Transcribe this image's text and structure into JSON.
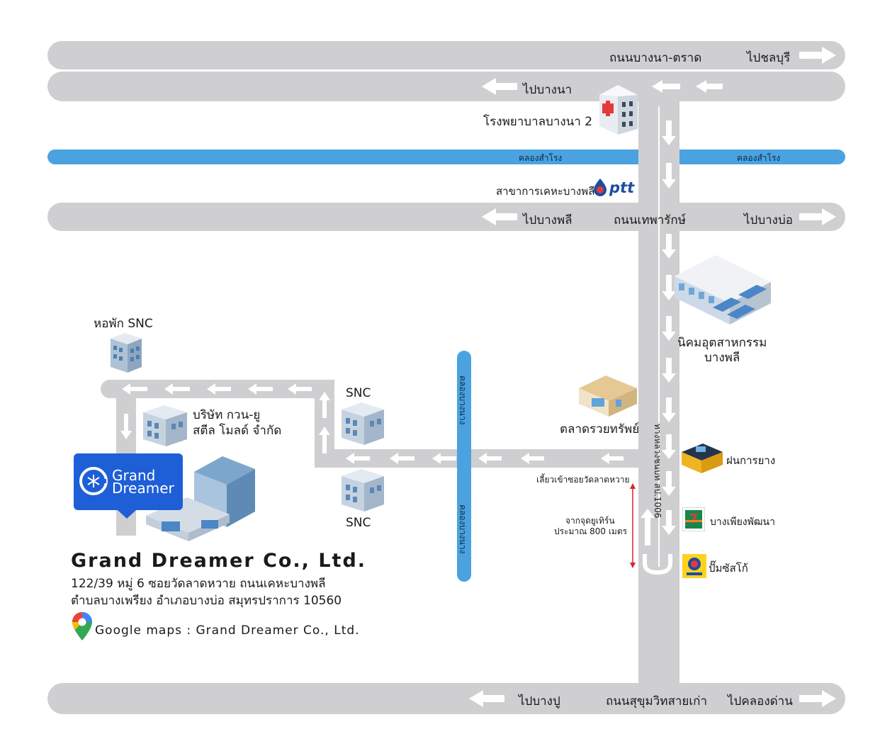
{
  "roads": {
    "bangna_trat": "ถนนบางนา-ตราด",
    "to_chonburi": "ไปชลบุรี",
    "to_bangna": "ไปบางนา",
    "thepharak": "ถนนเทพารักษ์",
    "to_bangphli": "ไปบางพลี",
    "to_bangbo": "ไปบางบ่อ",
    "sukhumvit_old": "ถนนสุขุมวิทสายเก่า",
    "to_bangpu": "ไปบางปู",
    "to_khlongdan": "ไปคลองด่าน",
    "soi_1006": "ทางหลวงชนบท สป.1006"
  },
  "canals": {
    "samrong_left": "คลองสำโรง",
    "samrong_right": "คลองสำโรง",
    "bangnam_top": "คลองบางนาง",
    "bangnam_bottom": "คลองบางนาง"
  },
  "places": {
    "hospital": "โรงพยาบาลบางนา 2",
    "ptt": "สาขาการเคหะบางพลี",
    "ptt_logo": "ptt",
    "industrial_line1": "นิคมอุตสาหกรรม",
    "industrial_line2": "บางพลี",
    "market": "ตลาดรวยทรัพย์",
    "tire_shop": "ฝนการยาง",
    "seven_eleven": "บางเพียงพัฒนา",
    "susco": "ปั๊มซัสโก้",
    "dorm": "หอพัก SNC",
    "snc_top": "SNC",
    "snc_bottom": "SNC",
    "kuan_yu_line1": "บริษัท กวน-ยู",
    "kuan_yu_line2": "สตีล โมลด์ จำกัด",
    "turn_note": "เลี้ยวเข้าซอยวัดลาดหวาย",
    "distance_line1": "จากจุดยูเทิร์น",
    "distance_line2": "ประมาณ 800 เมตร"
  },
  "company": {
    "logo_line1": "Grand",
    "logo_line2": "Dreamer",
    "name": "Grand Dreamer Co., Ltd.",
    "address_line1": "122/39 หมู่ 6 ซอยวัดลาดหวาย ถนนเคหะบางพลี",
    "address_line2": "ตำบลบางเพรียง อำเภอบางบ่อ สมุทรปราการ 10560",
    "google_maps": "Google maps : Grand Dreamer Co., Ltd."
  },
  "colors": {
    "road": "#cfcfd1",
    "canal": "#4aa3e0",
    "brand": "#1e5fd8",
    "distance_marker": "#d6252b"
  }
}
